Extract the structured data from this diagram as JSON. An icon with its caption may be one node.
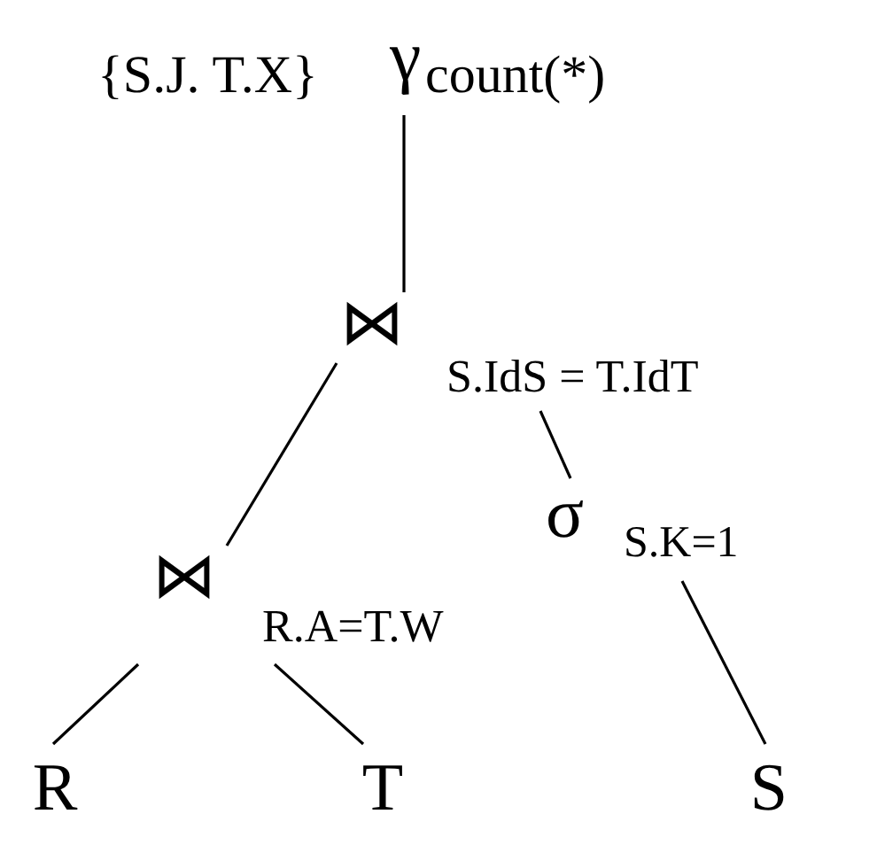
{
  "diagram": {
    "nodes": [
      {
        "text": [
          "{S.J. T.X}",
          "γ",
          "count(*)"
        ]
      },
      {
        "text": [
          "⋈",
          "S.IdS = T.IdT"
        ]
      },
      {
        "text": [
          "σ",
          "S.K=1"
        ]
      },
      {
        "text": [
          "⋈",
          "R.A=T.W"
        ]
      },
      {
        "text": [
          "R"
        ]
      },
      {
        "text": [
          "T"
        ]
      },
      {
        "text": [
          "S"
        ]
      }
    ],
    "edges": [
      {
        "from": 0,
        "to": 1,
        "arrow": "none"
      },
      {
        "from": 1,
        "to": 3,
        "arrow": "none"
      },
      {
        "from": 1,
        "to": 2,
        "arrow": "none"
      },
      {
        "from": 3,
        "to": 4,
        "arrow": "none"
      },
      {
        "from": 3,
        "to": 5,
        "arrow": "none"
      },
      {
        "from": 2,
        "to": 6,
        "arrow": "none"
      }
    ]
  }
}
